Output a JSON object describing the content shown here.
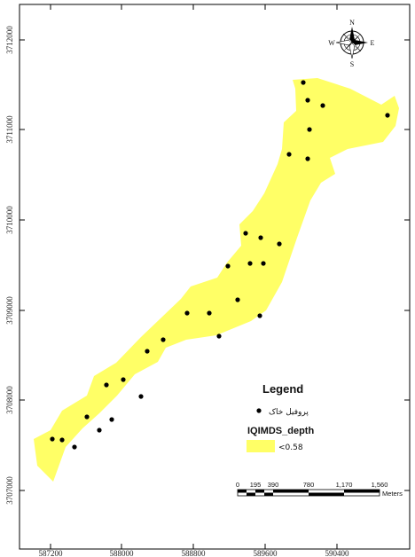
{
  "map": {
    "y_ticks": [
      "3712000",
      "3711000",
      "3710000",
      "3709000",
      "3708000",
      "3707000"
    ],
    "x_ticks": [
      "587200",
      "588000",
      "588800",
      "589600",
      "590400"
    ]
  },
  "compass": {
    "n": "N",
    "s": "S",
    "e": "E",
    "w": "W"
  },
  "legend": {
    "title": "Legend",
    "points_label": "پروفیل خاک",
    "layer_name": "IQIMDS_depth",
    "class_label": "<0.58",
    "fill_color": "#ffff66",
    "point_color": "#000000"
  },
  "scale_bar": {
    "labels": [
      "0",
      "195",
      "390",
      "780",
      "1,170",
      "1,560"
    ],
    "unit": "Meters"
  },
  "colors": {
    "polygon_fill": "#ffff66",
    "frame": "#000000",
    "background": "#ffffff"
  }
}
